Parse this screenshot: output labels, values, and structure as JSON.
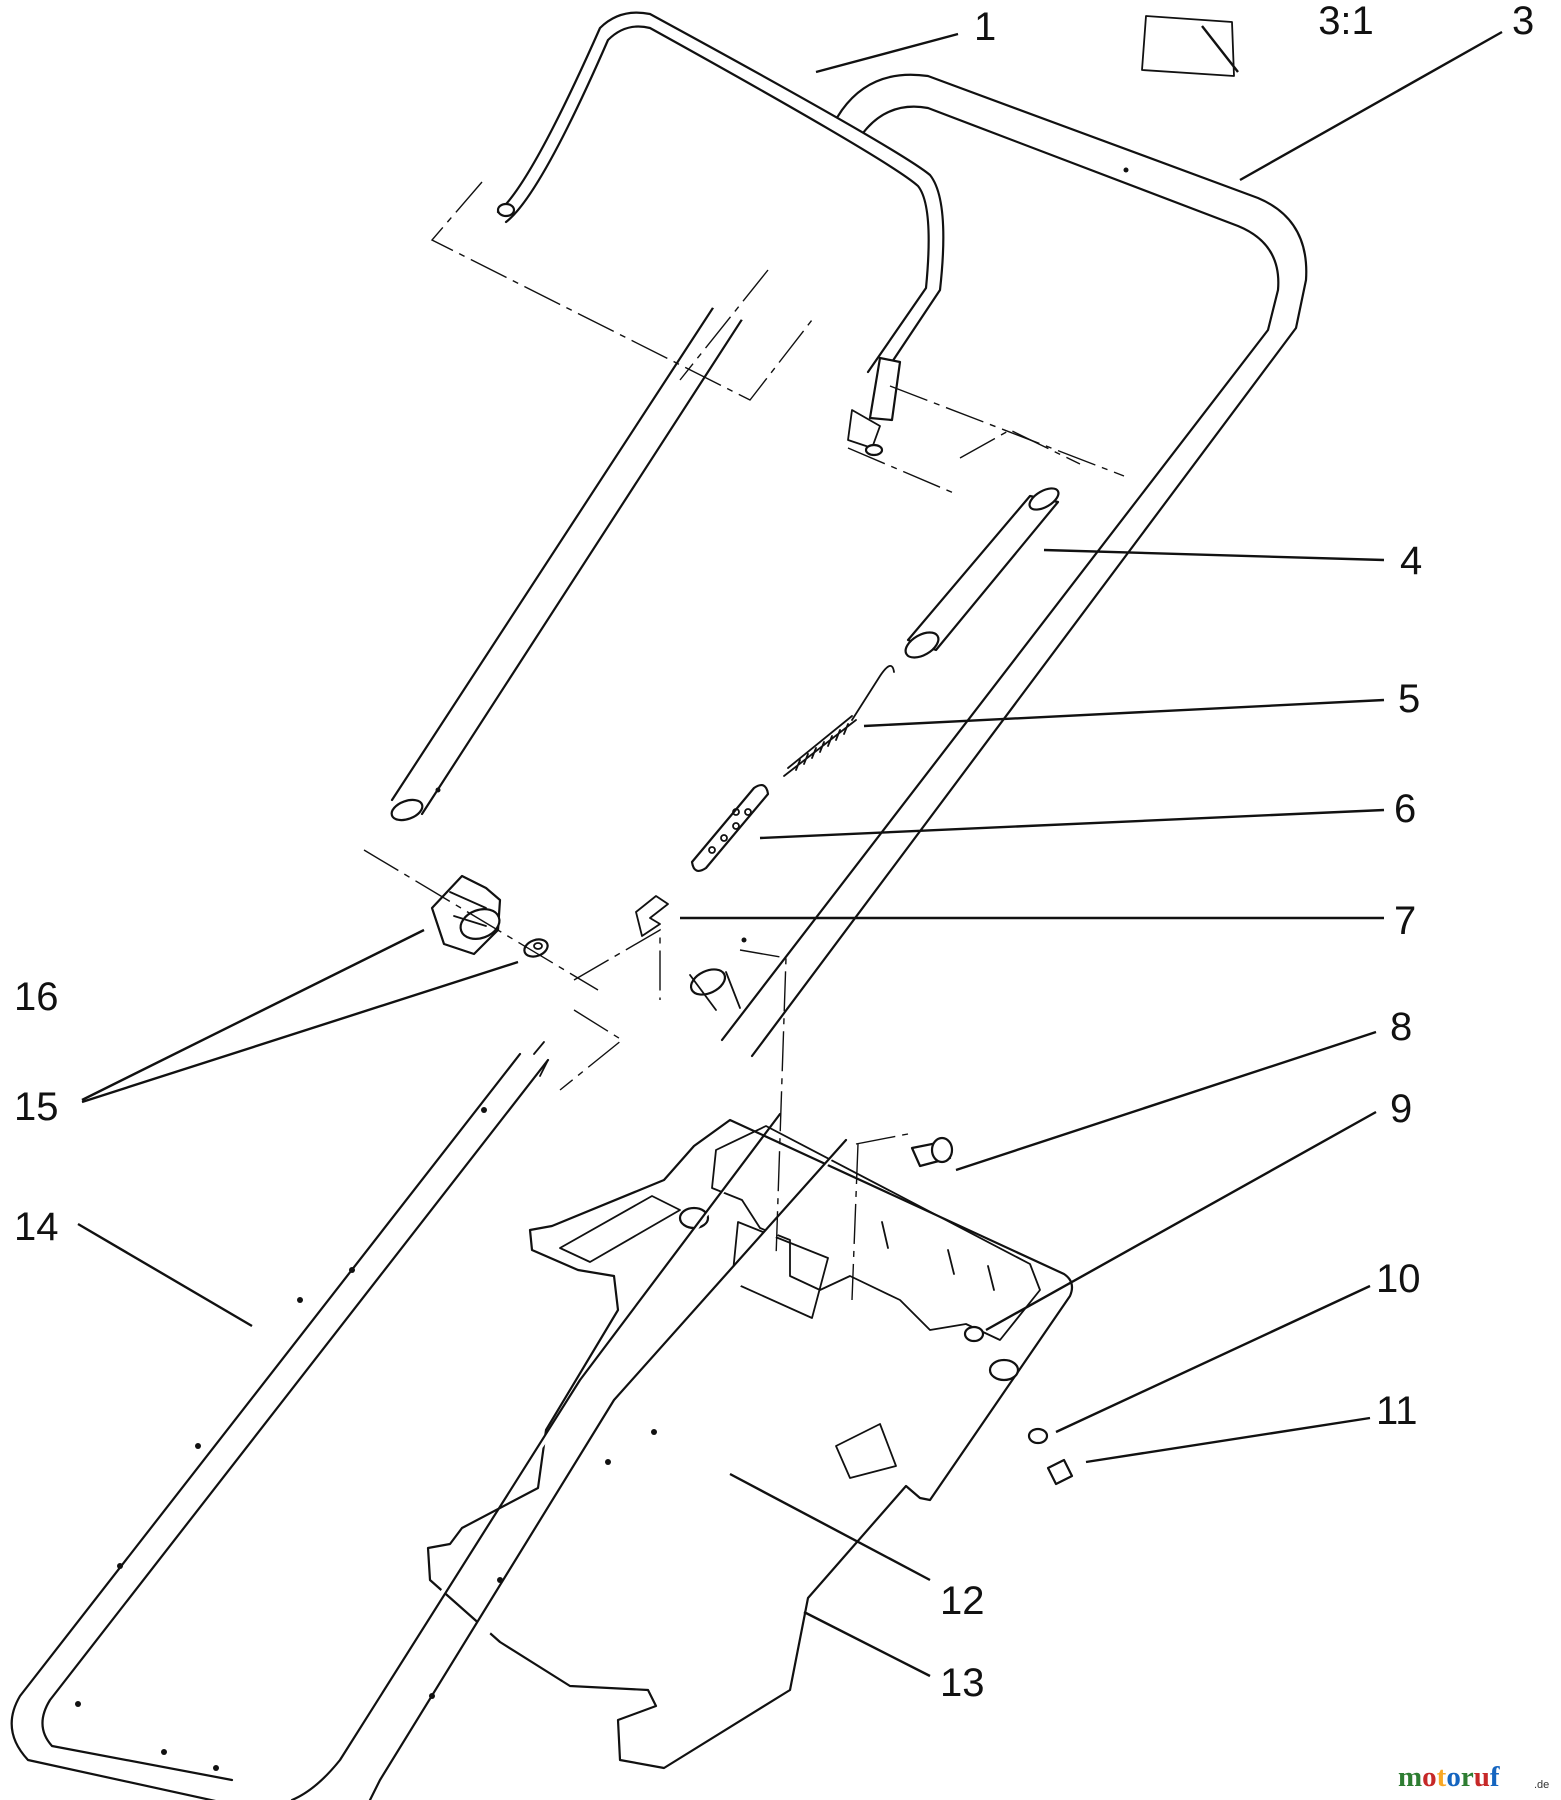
{
  "callouts": [
    {
      "id": "1",
      "label": "1"
    },
    {
      "id": "3-1",
      "label": "3:1"
    },
    {
      "id": "3",
      "label": "3"
    },
    {
      "id": "4",
      "label": "4"
    },
    {
      "id": "5",
      "label": "5"
    },
    {
      "id": "6",
      "label": "6"
    },
    {
      "id": "7",
      "label": "7"
    },
    {
      "id": "8",
      "label": "8"
    },
    {
      "id": "9",
      "label": "9"
    },
    {
      "id": "10",
      "label": "10"
    },
    {
      "id": "11",
      "label": "11"
    },
    {
      "id": "12",
      "label": "12"
    },
    {
      "id": "13",
      "label": "13"
    },
    {
      "id": "14",
      "label": "14"
    },
    {
      "id": "15",
      "label": "15"
    },
    {
      "id": "16",
      "label": "16"
    }
  ],
  "watermark": {
    "letters": [
      "m",
      "o",
      "t",
      "o",
      "r",
      "u",
      "f"
    ],
    "letter_colors": [
      "#2e7d32",
      "#c62828",
      "#f9a825",
      "#1565c0",
      "#2e7d32",
      "#c62828",
      "#1565c0"
    ],
    "suffix": ".de"
  }
}
